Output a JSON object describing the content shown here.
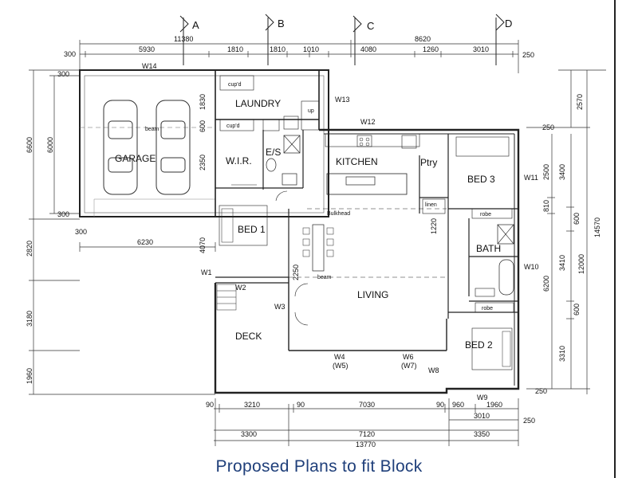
{
  "caption": "Proposed Plans to fit Block",
  "grid_markers": [
    "A",
    "B",
    "C",
    "D"
  ],
  "rooms": {
    "garage": "GARAGE",
    "laundry": "LAUNDRY",
    "wir": "W.I.R.",
    "es": "E/S",
    "kitchen": "KITCHEN",
    "pantry": "Ptry",
    "bed3": "BED 3",
    "bed1": "BED 1",
    "bath": "BATH",
    "living": "LIVING",
    "deck": "DECK",
    "bed2": "BED 2"
  },
  "fixtures": {
    "cupd_top": "cup'd",
    "cupd_lower": "cup'd",
    "up": "up",
    "bulkhead": "Bulkhead",
    "beam_garage": "beam",
    "beam_living": "beam",
    "linen": "linen",
    "robe_bed3": "robe",
    "robe_bed2": "robe"
  },
  "windows": {
    "w1": "W1",
    "w2": "W2",
    "w3": "W3",
    "w4": "W4",
    "w5": "(W5)",
    "w6": "W6",
    "w7": "(W7)",
    "w8": "W8",
    "w9": "W9",
    "w10": "W10",
    "w11": "W11",
    "w12": "W12",
    "w13": "W13",
    "w14": "W14"
  },
  "dims_top": {
    "overall_a": "11380",
    "overall_b": "8620",
    "d300": "300",
    "d5930": "5930",
    "d1810a": "1810",
    "d1810b": "1810",
    "d1010": "1010",
    "d4080": "4080",
    "d1260": "1260",
    "d3010": "3010",
    "d250": "250"
  },
  "dims_left": {
    "d6600": "6600",
    "d6000": "6000",
    "d300a": "300",
    "d300b": "300",
    "d2820": "2820",
    "d3180": "3180",
    "d1960": "1960",
    "d300c": "300",
    "d6230": "6230"
  },
  "dims_internal": {
    "d1830": "1830",
    "d600": "600",
    "d2350": "2350",
    "d4070": "4070",
    "d2250": "2250",
    "d1220": "1220"
  },
  "dims_right": {
    "d250a": "250",
    "d2570": "2570",
    "d2500": "2500",
    "d3400": "3400",
    "d810": "810",
    "d600a": "600",
    "d14570": "14570",
    "d12000": "12000",
    "d6200": "6200",
    "d3410": "3410",
    "d600b": "600",
    "d3310": "3310",
    "d250b": "250"
  },
  "dims_bottom": {
    "d90a": "90",
    "d3210": "3210",
    "d90b": "90",
    "d7030": "7030",
    "d90c": "90",
    "d960": "960",
    "d1960": "1960",
    "d3010": "3010",
    "d250": "250",
    "d3300": "3300",
    "d7120": "7120",
    "d3350": "3350",
    "d13770": "13770"
  }
}
